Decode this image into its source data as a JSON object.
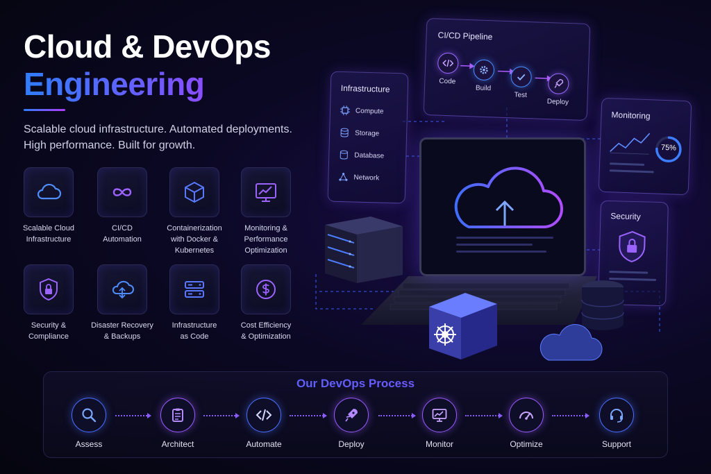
{
  "hero": {
    "title_line1": "Cloud & DevOps",
    "title_line2": "Engineering",
    "subtitle_line1": "Scalable cloud infrastructure. Automated deployments.",
    "subtitle_line2": "High performance. Built for growth."
  },
  "features": [
    {
      "icon": "cloud-icon",
      "line1": "Scalable Cloud",
      "line2": "Infrastructure",
      "line3": ""
    },
    {
      "icon": "infinity-icon",
      "line1": "CI/CD",
      "line2": "Automation",
      "line3": ""
    },
    {
      "icon": "cube-icon",
      "line1": "Containerization",
      "line2": "with Docker &",
      "line3": "Kubernetes"
    },
    {
      "icon": "monitor-chart-icon",
      "line1": "Monitoring &",
      "line2": "Performance",
      "line3": "Optimization"
    },
    {
      "icon": "shield-lock-icon",
      "line1": "Security &",
      "line2": "Compliance",
      "line3": ""
    },
    {
      "icon": "cloud-sync-icon",
      "line1": "Disaster Recovery",
      "line2": "& Backups",
      "line3": ""
    },
    {
      "icon": "server-icon",
      "line1": "Infrastructure",
      "line2": "as Code",
      "line3": ""
    },
    {
      "icon": "dollar-icon",
      "line1": "Cost Efficiency",
      "line2": "& Optimization",
      "line3": ""
    }
  ],
  "pipeline": {
    "title": "CI/CD Pipeline",
    "stages": [
      "Code",
      "Build",
      "Test",
      "Deploy"
    ]
  },
  "infrastructure": {
    "title": "Infrastructure",
    "items": [
      "Compute",
      "Storage",
      "Database",
      "Network"
    ]
  },
  "monitoring": {
    "title": "Monitoring",
    "gauge_percent": 75,
    "gauge_label": "75%"
  },
  "security": {
    "title": "Security"
  },
  "process": {
    "title": "Our DevOps Process",
    "steps": [
      {
        "label": "Assess",
        "icon": "search-icon"
      },
      {
        "label": "Architect",
        "icon": "clipboard-icon"
      },
      {
        "label": "Automate",
        "icon": "code-icon"
      },
      {
        "label": "Deploy",
        "icon": "rocket-icon"
      },
      {
        "label": "Monitor",
        "icon": "monitor-icon"
      },
      {
        "label": "Optimize",
        "icon": "gauge-icon"
      },
      {
        "label": "Support",
        "icon": "headset-icon"
      }
    ]
  },
  "colors": {
    "accent_blue": "#2f7dff",
    "accent_purple": "#b03cff",
    "background": "#05050f"
  }
}
